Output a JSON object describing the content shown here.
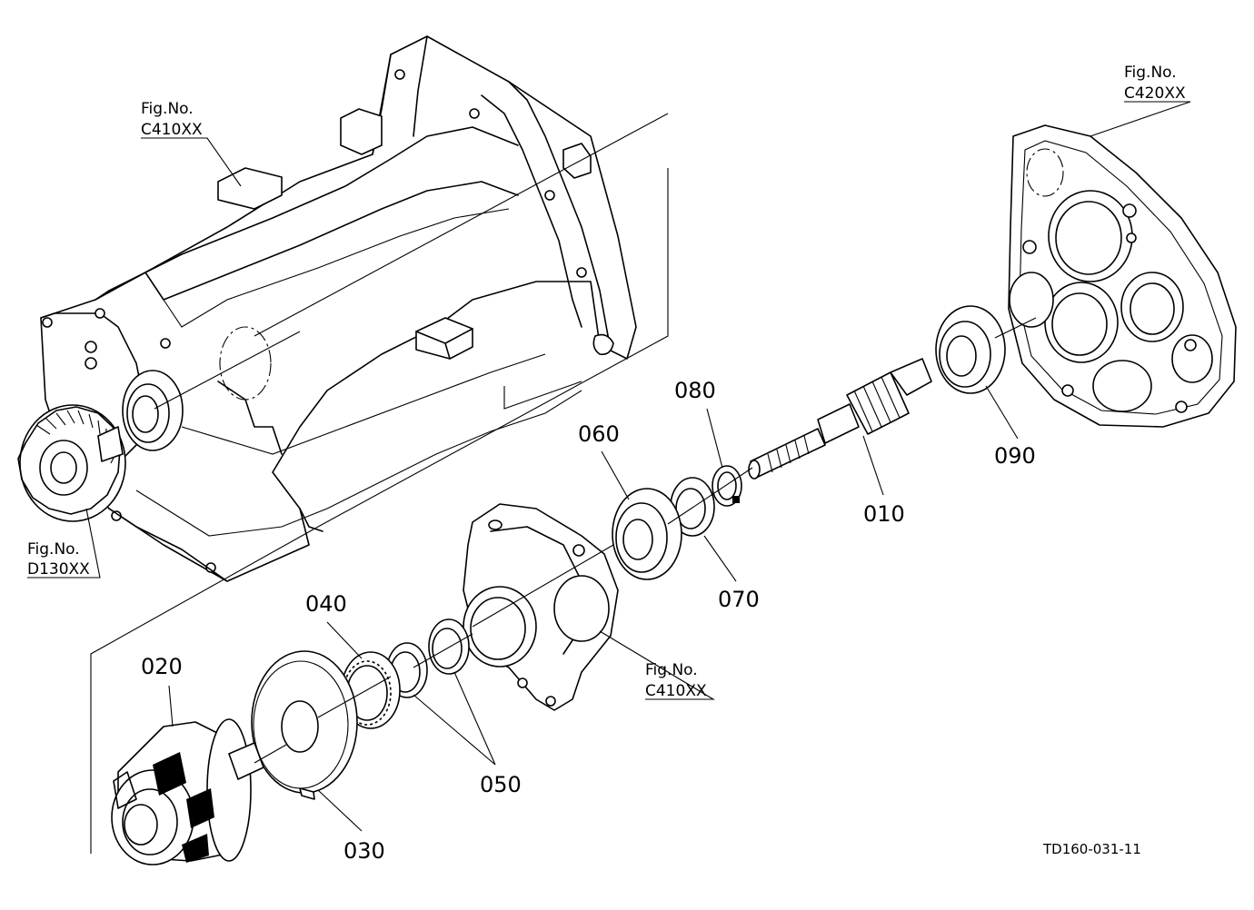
{
  "figure_refs": {
    "c410_top": {
      "line1": "Fig.No.",
      "line2": "C410XX"
    },
    "c420": {
      "line1": "Fig.No.",
      "line2": "C420XX"
    },
    "d130": {
      "line1": "Fig.No.",
      "line2": "D130XX"
    },
    "c410_mid": {
      "line1": "Fig.No.",
      "line2": "C410XX"
    }
  },
  "parts": {
    "p010": "010",
    "p020": "020",
    "p030": "030",
    "p040": "040",
    "p050": "050",
    "p060": "060",
    "p070": "070",
    "p080": "080",
    "p090": "090"
  },
  "drawing_code": "TD160-031-11"
}
